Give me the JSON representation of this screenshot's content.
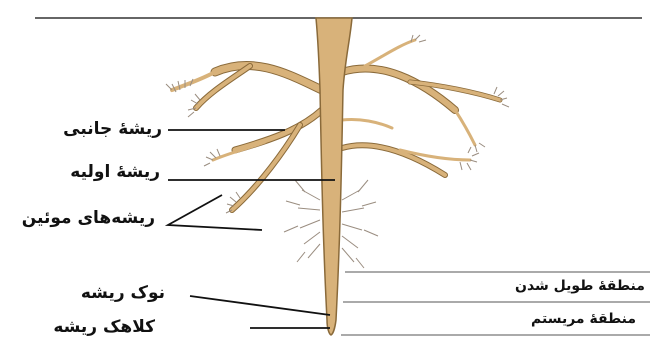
{
  "labels": {
    "lateral_root": "ریشهٔ جانبی",
    "primary_root": "ریشهٔ اولیه",
    "root_hairs": "ریشه‌های موئین",
    "root_tip": "نوک ریشه",
    "root_cap": "کلاهک ریشه",
    "elongation_zone": "منطقهٔ طویل شدن",
    "meristem_zone": "منطقهٔ مریستم"
  },
  "colors": {
    "root_fill": "#d8b27a",
    "root_outline": "#8a6a3a",
    "hair_color": "#9a8d80",
    "ground_line": "#333333",
    "pointer_line": "#111111",
    "zone_line": "#555555"
  }
}
